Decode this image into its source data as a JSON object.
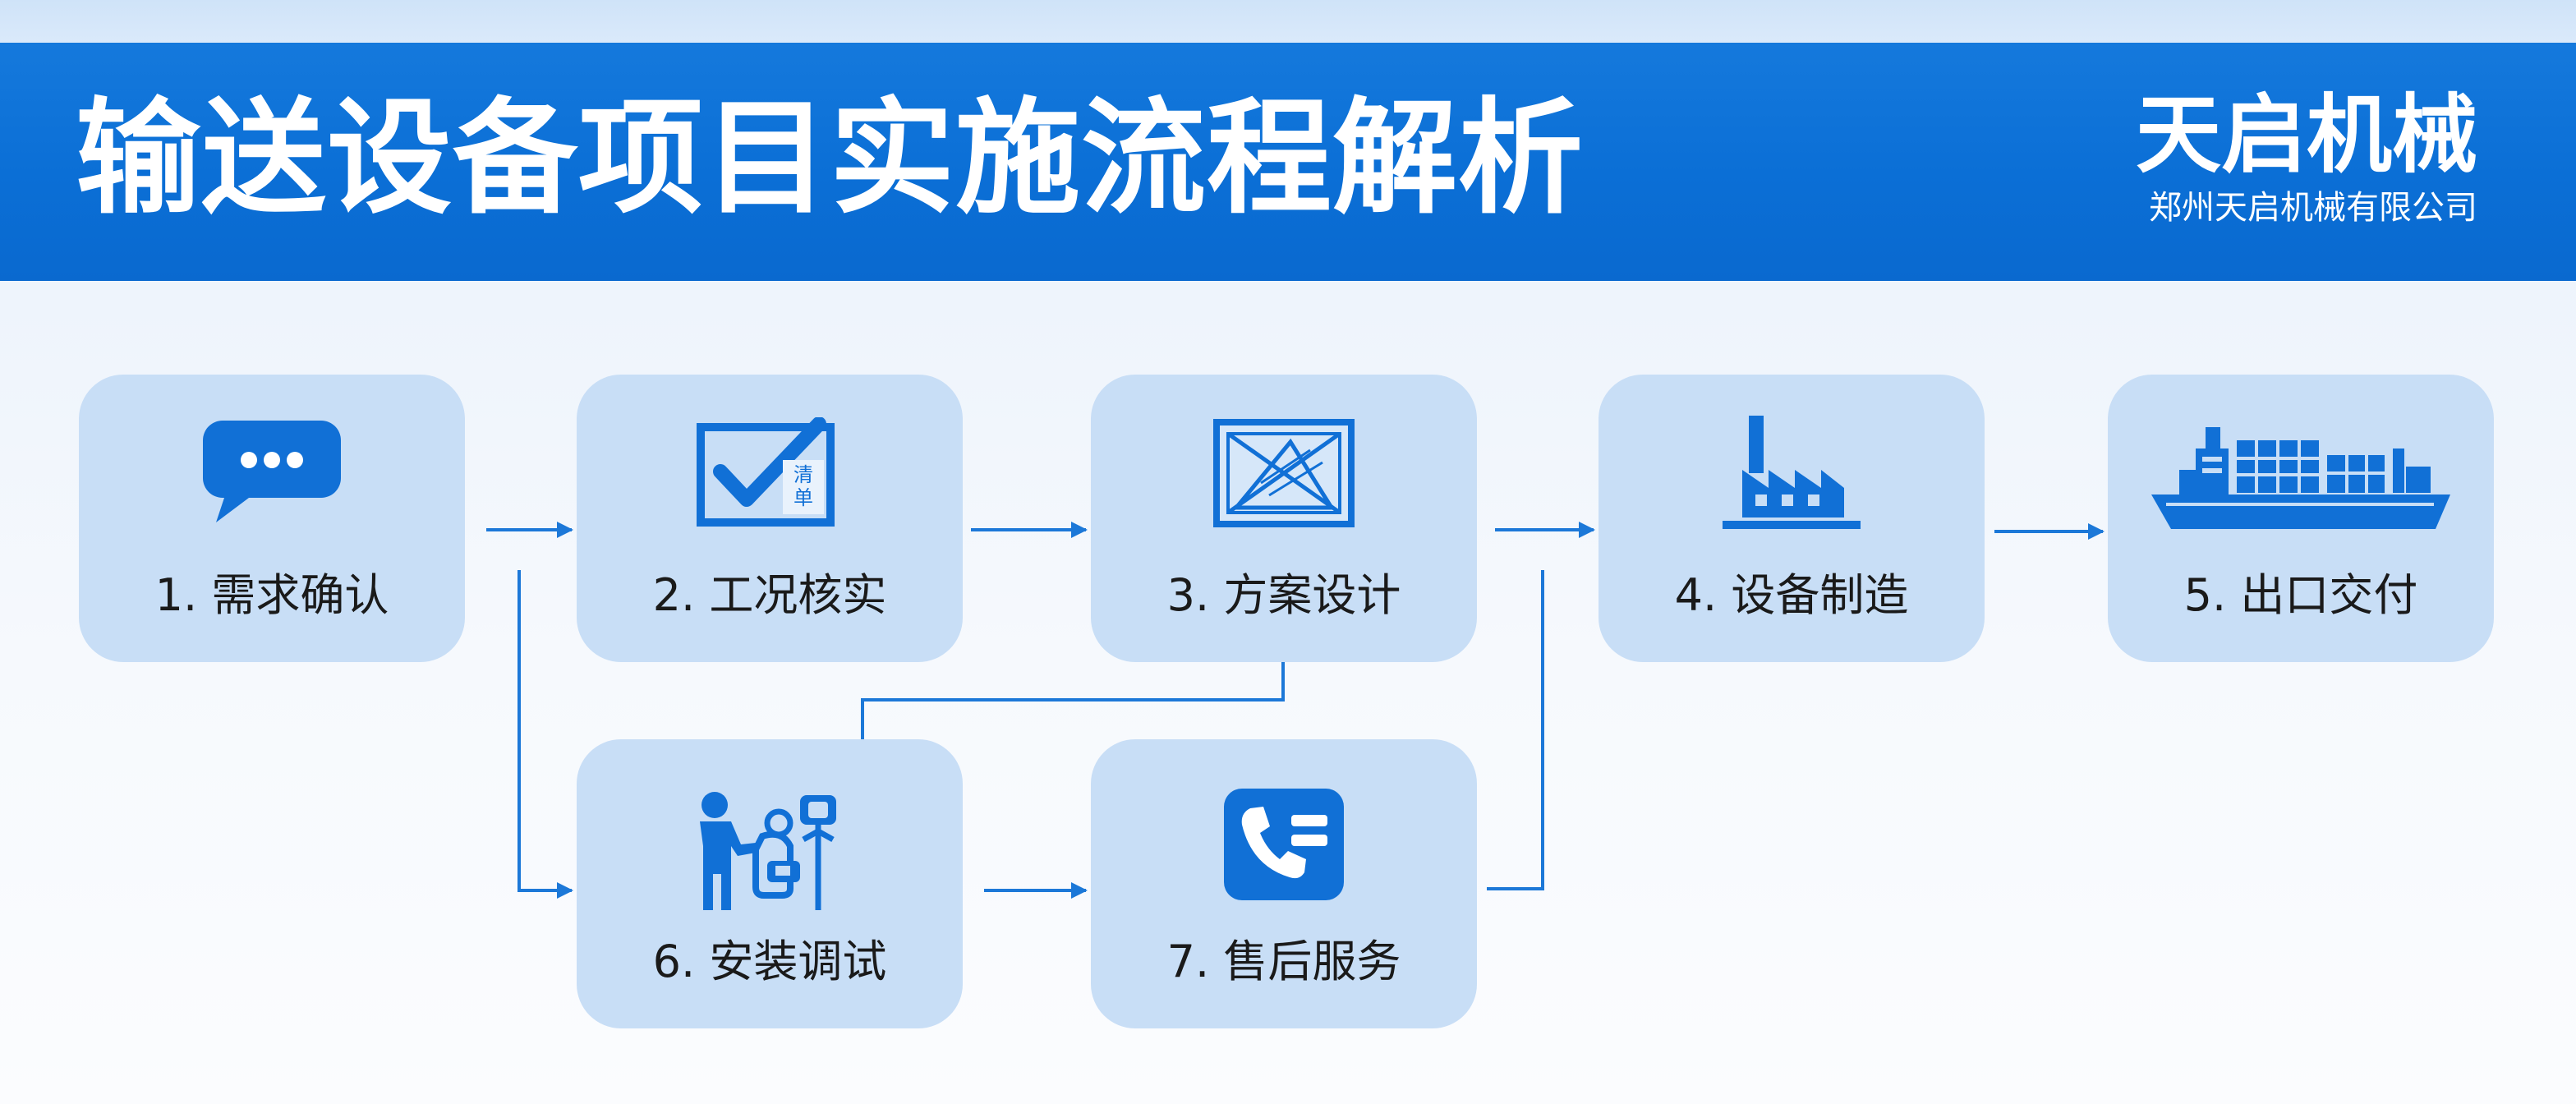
{
  "header": {
    "title": "输送设备项目实施流程解析",
    "brand_name": "天启机械",
    "brand_sub": "郑州天启机械有限公司"
  },
  "colors": {
    "header_blue": "#0b6fd6",
    "card_fill": "#c8def6",
    "icon_blue": "#1170d6",
    "connector_blue": "#1c78d8"
  },
  "steps": [
    {
      "label": "1. 需求确认",
      "icon": "chat-bubble-icon"
    },
    {
      "label": "2. 工况核实",
      "icon": "checklist-icon",
      "icon_text": "清单"
    },
    {
      "label": "3. 方案设计",
      "icon": "blueprint-icon"
    },
    {
      "label": "4. 设备制造",
      "icon": "factory-icon"
    },
    {
      "label": "5. 出口交付",
      "icon": "cargo-ship-icon"
    },
    {
      "label": "6. 安装调试",
      "icon": "technician-machine-icon"
    },
    {
      "label": "7. 售后服务",
      "icon": "phone-service-icon"
    }
  ]
}
